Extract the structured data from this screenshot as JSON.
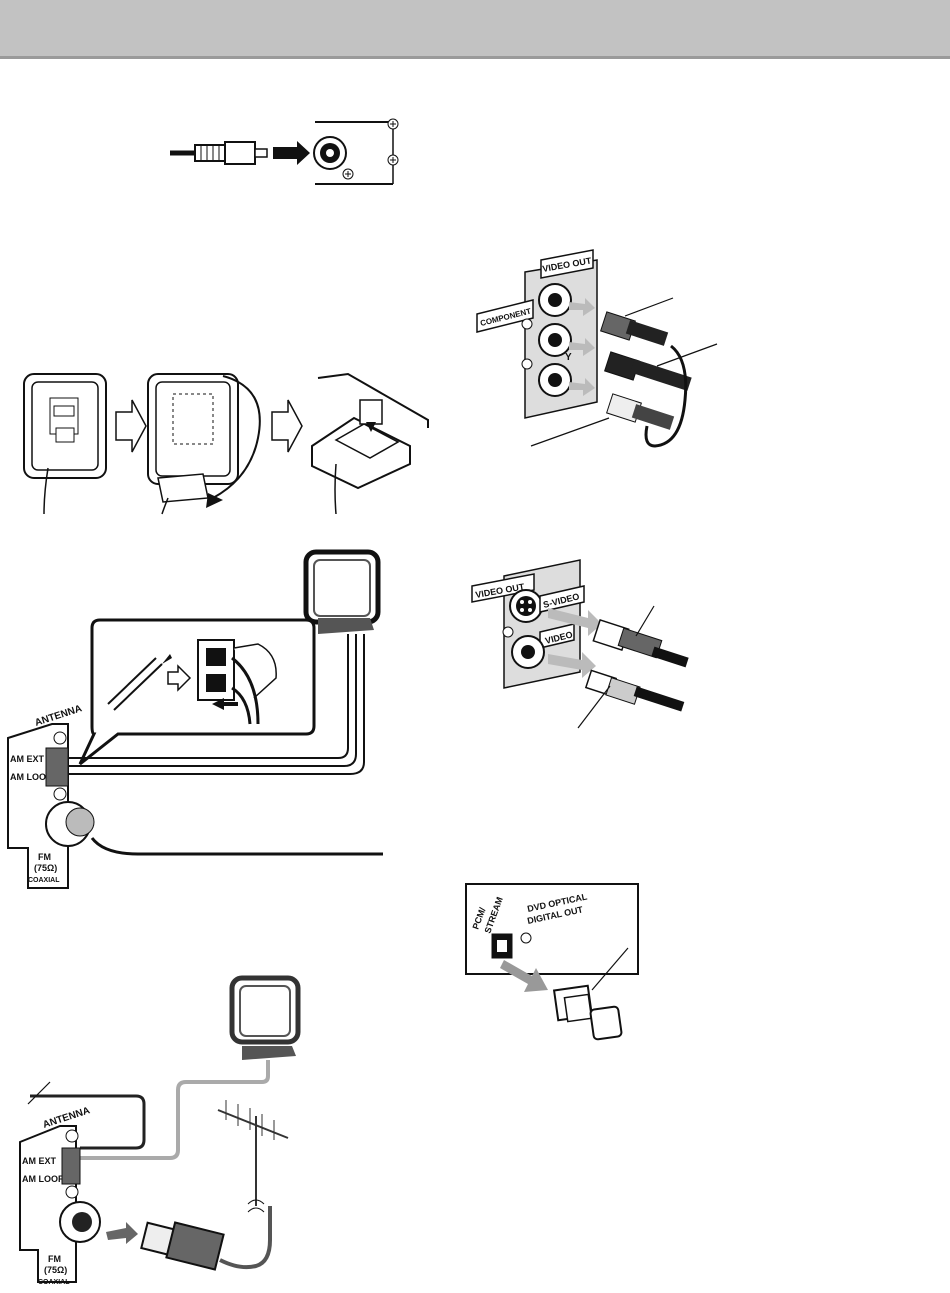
{
  "panel_labels": {
    "video_out": "VIDEO OUT",
    "component": "COMPONENT",
    "y": "Y",
    "s_video": "S-VIDEO",
    "video": "VIDEO",
    "antenna": "ANTENNA",
    "am_ext": "AM EXT",
    "am_loop": "AM LOOP",
    "fm_line1": "FM",
    "fm_line2": "(75Ω)",
    "fm_line3": "COAXIAL",
    "pcm_stream_line1": "PCM/",
    "pcm_stream_line2": "STREAM",
    "dvd_optical_line1": "DVD OPTICAL",
    "dvd_optical_line2": "DIGITAL OUT"
  }
}
